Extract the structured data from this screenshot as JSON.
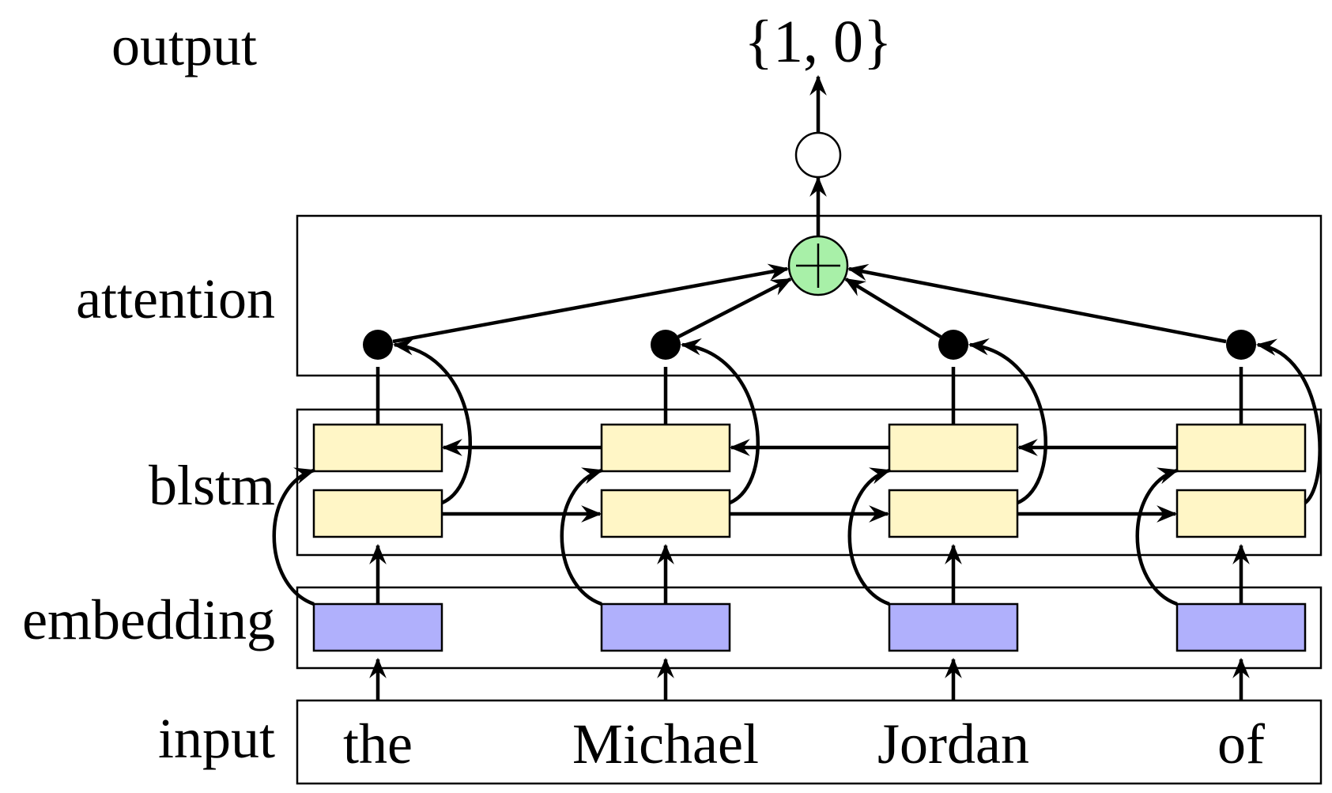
{
  "row_labels": {
    "output": "output",
    "attention": "attention",
    "blstm": "blstm",
    "embedding": "embedding",
    "input": "input"
  },
  "output_value": "{1, 0}",
  "input_words": [
    "the",
    "Michael",
    "Jordan",
    "of"
  ],
  "colors": {
    "blstm_cell": "#fff6c6",
    "embedding_cell": "#b0b0fc",
    "attention_sum_node": "#a8f0a8",
    "attention_weight_node": "#000000",
    "output_node": "#ffffff"
  },
  "icons": {
    "sum_node": "circle-plus-icon",
    "output_node": "empty-circle-icon",
    "weight_node": "filled-circle-icon"
  }
}
